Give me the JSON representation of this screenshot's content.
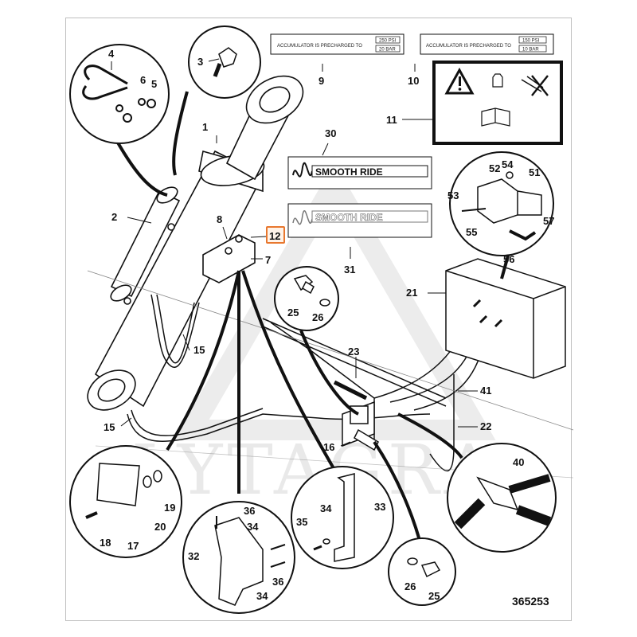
{
  "diagram": {
    "reference_number": "365253",
    "watermark": "LYTAGRA",
    "plates": {
      "plate_9": {
        "text": "ACCUMULATOR IS PRECHARGED TO",
        "psi": "250 PSI",
        "bar": "20 BAR"
      },
      "plate_10": {
        "text": "ACCUMULATOR IS PRECHARGED TO",
        "psi": "150 PSI",
        "bar": "10 BAR"
      }
    },
    "logo_text": "SMOOTH RIDE",
    "callouts": {
      "c1": "1",
      "c2": "2",
      "c3": "3",
      "c4": "4",
      "c5": "5",
      "c6": "6",
      "c7": "7",
      "c8": "8",
      "c9": "9",
      "c10": "10",
      "c11": "11",
      "c12": "12",
      "c15a": "15",
      "c15b": "15",
      "c16": "16",
      "c17": "17",
      "c18": "18",
      "c19": "19",
      "c20": "20",
      "c21": "21",
      "c22": "22",
      "c23": "23",
      "c25a": "25",
      "c25b": "25",
      "c26a": "26",
      "c26b": "26",
      "c30": "30",
      "c31": "31",
      "c32": "32",
      "c33": "33",
      "c34a": "34",
      "c34b": "34",
      "c34c": "34",
      "c35": "35",
      "c36a": "36",
      "c36b": "36",
      "c40": "40",
      "c41": "41",
      "c51": "51",
      "c52": "52",
      "c53": "53",
      "c54": "54",
      "c55": "55",
      "c56": "56",
      "c57": "57"
    },
    "highlighted_callout": "12",
    "highlight_color": "#e8772e"
  }
}
